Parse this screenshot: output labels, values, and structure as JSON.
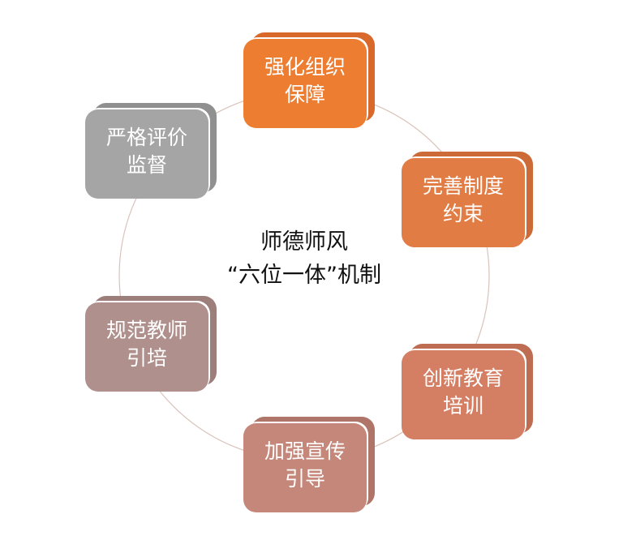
{
  "center": {
    "line1": "师德师风",
    "line2": "“六位一体”机制"
  },
  "nodes": [
    {
      "line1": "强化组织",
      "line2": "保障",
      "color": "#ED7D31",
      "back": "#D9692A"
    },
    {
      "line1": "完善制度",
      "line2": "约束",
      "color": "#E27C45",
      "back": "#CC6A38"
    },
    {
      "line1": "创新教育",
      "line2": "培训",
      "color": "#D47F63",
      "back": "#BE6D53"
    },
    {
      "line1": "加强宣传",
      "line2": "引导",
      "color": "#C4877A",
      "back": "#AE7568"
    },
    {
      "line1": "规范教师",
      "line2": "引培",
      "color": "#B0908D",
      "back": "#9C7E7B"
    },
    {
      "line1": "严格评价",
      "line2": "监督",
      "color": "#A5A5A5",
      "back": "#909090"
    }
  ],
  "ring_color": "#D9C2BA"
}
